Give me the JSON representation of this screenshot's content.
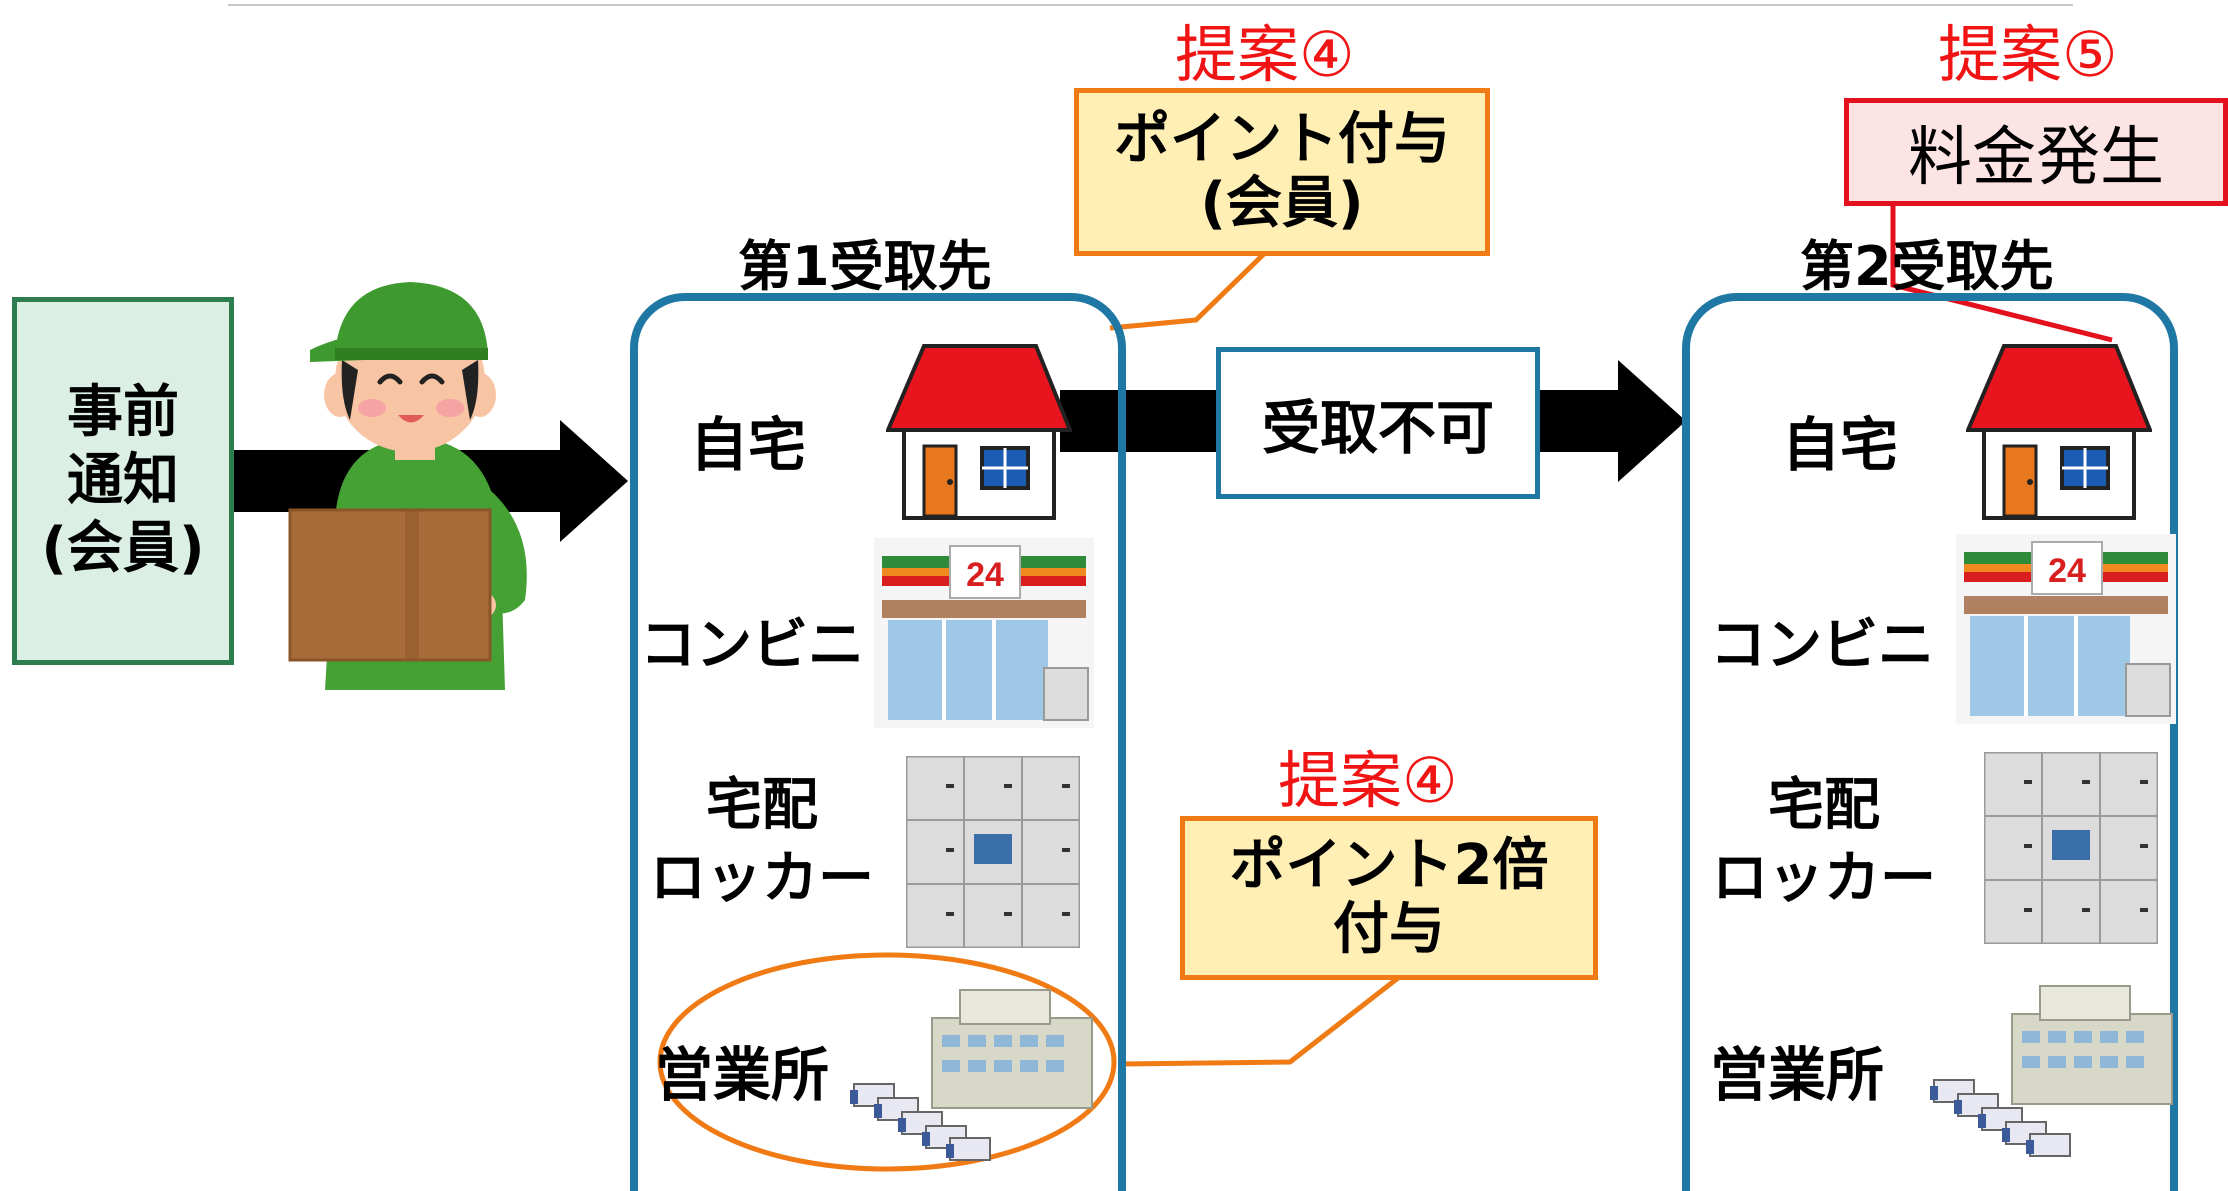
{
  "pre_notice": {
    "lines": [
      "事前",
      "通知",
      "(会員)"
    ]
  },
  "first_recipient": {
    "title": "第1受取先",
    "items": {
      "home": "自宅",
      "convenience": "コンビニ",
      "locker_line1": "宅配",
      "locker_line2": "ロッカー",
      "office": "営業所"
    }
  },
  "second_recipient": {
    "title": "第2受取先",
    "items": {
      "home": "自宅",
      "convenience": "コンビニ",
      "locker_line1": "宅配",
      "locker_line2": "ロッカー",
      "office": "営業所"
    }
  },
  "failure_label": "受取不可",
  "proposal_4_top": {
    "tag": "提案④",
    "line1": "ポイント付与",
    "line2": "(会員)"
  },
  "proposal_4_bottom": {
    "tag": "提案④",
    "line1": "ポイント2倍",
    "line2": "付与"
  },
  "proposal_5": {
    "tag": "提案⑤",
    "text": "料金発生"
  },
  "store_sign": "24",
  "colors": {
    "panel_border": "#1f78a4",
    "proposal_red": "#f01414",
    "note_orange": "#f07a14",
    "note_fill": "#ffefb4",
    "cost_red": "#e3101e",
    "pre_green": "#2e7d4f",
    "pre_fill": "#dbefe4",
    "arrow": "#000000"
  }
}
